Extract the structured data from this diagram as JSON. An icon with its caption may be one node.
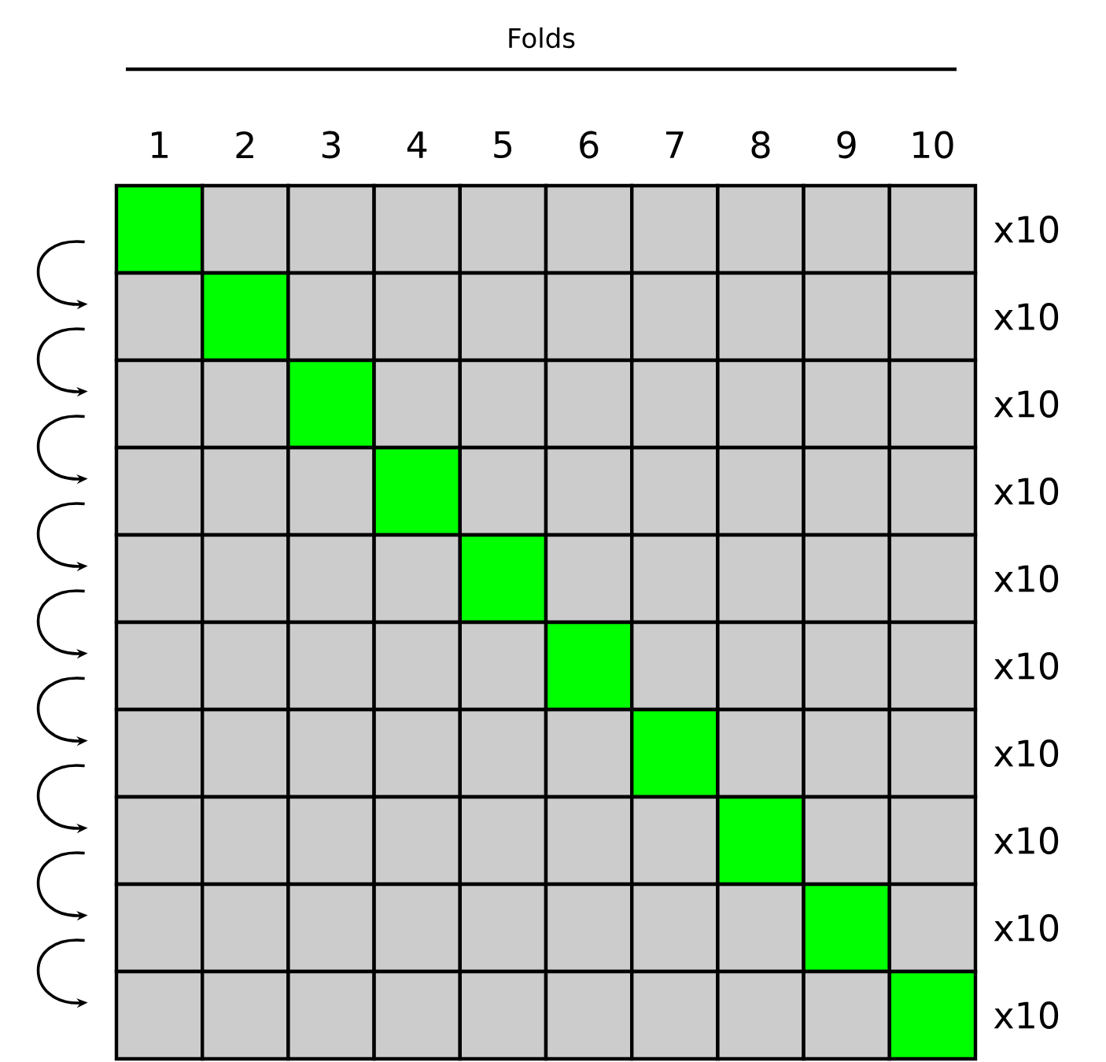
{
  "diagram": {
    "nodes": [
      {
        "text": [],
        "shape": "bar",
        "beside": [
          "x10"
        ]
      },
      {
        "text": [],
        "shape": "bar",
        "beside": [
          "x10"
        ]
      },
      {
        "text": [],
        "shape": "bar",
        "beside": [
          "x10"
        ]
      },
      {
        "text": [],
        "shape": "bar",
        "beside": [
          "x10"
        ]
      },
      {
        "text": [],
        "shape": "bar",
        "beside": [
          "x10"
        ]
      },
      {
        "text": [],
        "shape": "bar",
        "beside": [
          "x10"
        ]
      },
      {
        "text": [],
        "shape": "bar",
        "beside": [
          "x10"
        ]
      },
      {
        "text": [],
        "shape": "bar",
        "beside": [
          "x10"
        ]
      },
      {
        "text": [],
        "shape": "bar",
        "beside": [
          "x10"
        ]
      },
      {
        "text": [],
        "shape": "bar",
        "beside": [
          "x10"
        ]
      }
    ],
    "edges": [
      {
        "from": 0,
        "to": 1,
        "arrow": "to"
      },
      {
        "from": 1,
        "to": 2,
        "arrow": "to"
      },
      {
        "from": 2,
        "to": 3,
        "arrow": "to"
      },
      {
        "from": 3,
        "to": 4,
        "arrow": "to"
      },
      {
        "from": 4,
        "to": 5,
        "arrow": "to"
      },
      {
        "from": 5,
        "to": 6,
        "arrow": "to"
      },
      {
        "from": 6,
        "to": 7,
        "arrow": "to"
      },
      {
        "from": 7,
        "to": 8,
        "arrow": "to"
      },
      {
        "from": 8,
        "to": 9,
        "arrow": "to"
      }
    ],
    "labels": [
      "Folds",
      "1",
      "2",
      "3",
      "4",
      "5",
      "6",
      "7",
      "8",
      "9",
      "10"
    ]
  }
}
